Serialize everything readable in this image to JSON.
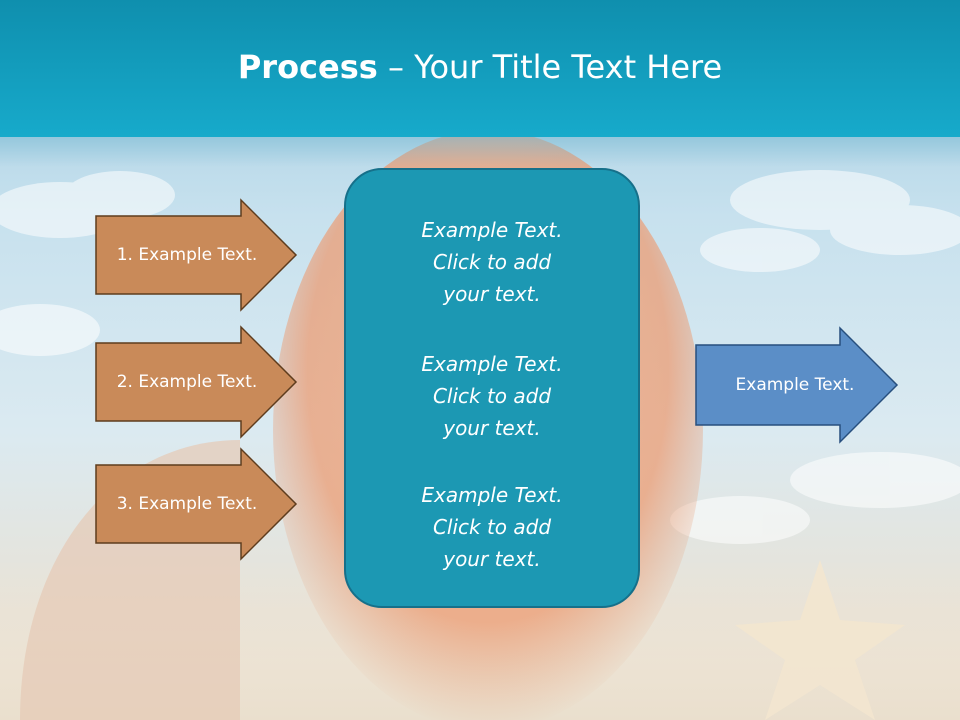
{
  "slide": {
    "title_bold": "Process",
    "title_rest": " – Your Title Text Here",
    "inputs": [
      {
        "label": "1. Example Text."
      },
      {
        "label": "2. Example Text."
      },
      {
        "label": "3. Example Text."
      }
    ],
    "center_blocks": [
      {
        "line1": "Example Text.",
        "line2": "Click  to add",
        "line3": "your text."
      },
      {
        "line1": "Example Text.",
        "line2": "Click  to add",
        "line3": "your text."
      },
      {
        "line1": "Example Text.",
        "line2": "Click  to add",
        "line3": "your text."
      }
    ],
    "output": {
      "label": "Example Text."
    }
  },
  "colors": {
    "header": "#17aacb",
    "input_arrow_fill": "#c98a59",
    "input_arrow_stroke": "#5e3c1d",
    "center_box_fill": "#1c98b3",
    "output_arrow_fill": "#5b8ec7",
    "output_arrow_stroke": "#274f7e"
  },
  "background": {
    "icons": [
      "cloud-icon",
      "seashell-icon",
      "starfish-icon"
    ]
  }
}
